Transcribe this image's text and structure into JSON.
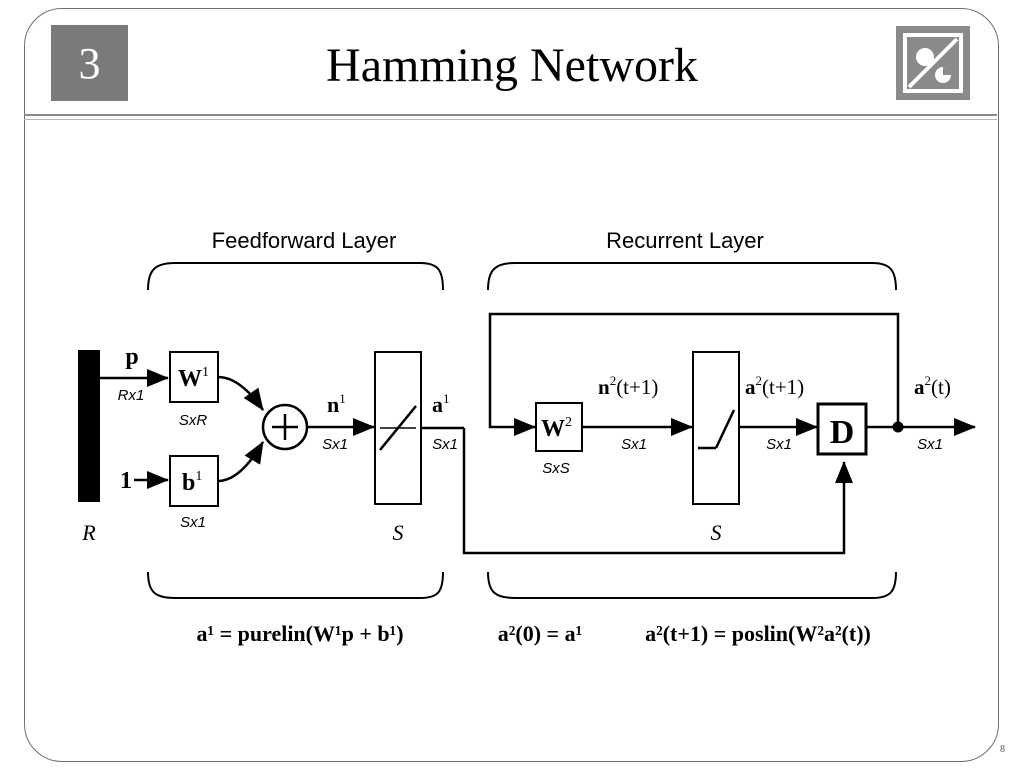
{
  "slide": {
    "number": "3",
    "title": "Hamming Network",
    "page_number": "8"
  },
  "diagram": {
    "feedforward_label": "Feedforward Layer",
    "recurrent_label": "Recurrent Layer",
    "input_p": "p",
    "input_p_dim": "Rx1",
    "input_bar_label": "R",
    "input_one": "1",
    "w1": {
      "main": "W",
      "sup": "1",
      "dim": "SxR"
    },
    "b1": {
      "main": "b",
      "sup": "1",
      "dim": "Sx1"
    },
    "n1": {
      "main": "n",
      "sup": "1",
      "dim": "Sx1"
    },
    "s1_label": "S",
    "a1": {
      "main": "a",
      "sup": "1",
      "dim": "Sx1"
    },
    "w2": {
      "main": "W",
      "sup": "2",
      "dim": "SxS"
    },
    "n2": {
      "main": "n",
      "sup": "2",
      "rest": "(t+1)",
      "dim": "Sx1"
    },
    "s2_label": "S",
    "a2t1": {
      "main": "a",
      "sup": "2",
      "rest": "(t+1)",
      "dim": "Sx1"
    },
    "delay": "D",
    "a2t": {
      "main": "a",
      "sup": "2",
      "rest": "(t)",
      "dim": "Sx1"
    },
    "eq_ff": "a¹ = purelin(W¹p + b¹)",
    "eq_init": "a²(0) = a¹",
    "eq_rec": "a²(t+1) = poslin(W²a²(t))"
  },
  "colors": {
    "number_box": "#7a7a7a",
    "frame": "#6f6f6f",
    "ink": "#000000"
  },
  "icons": {
    "logo": "pie-chart-logo-icon"
  }
}
